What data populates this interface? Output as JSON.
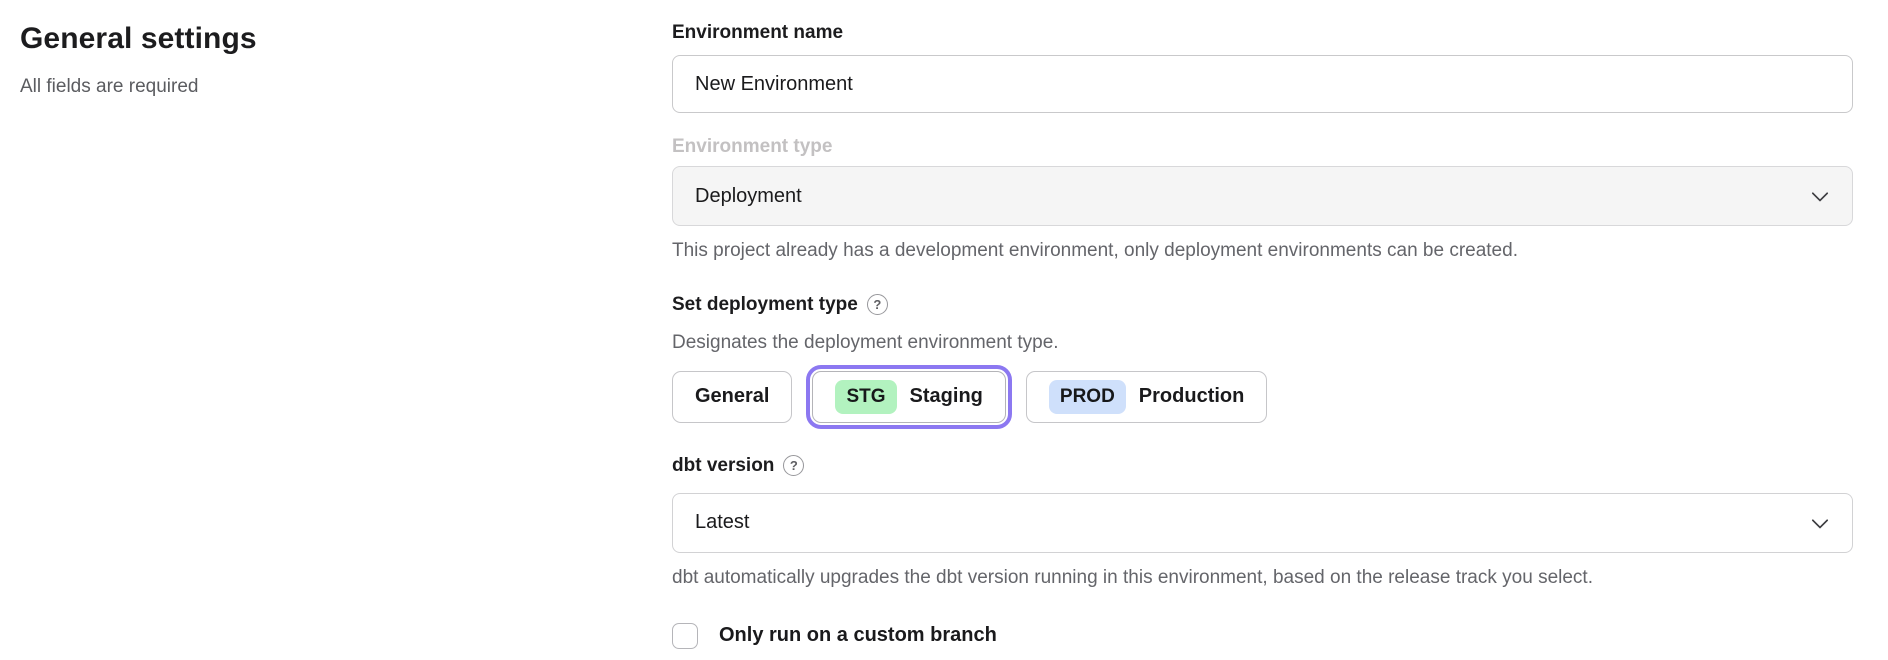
{
  "page": {
    "heading": "General settings",
    "subheading": "All fields are required"
  },
  "form": {
    "environment_name": {
      "label": "Environment name",
      "value": "New Environment"
    },
    "environment_type": {
      "label": "Environment type",
      "value": "Deployment",
      "helper": "This project already has a development environment, only deployment environments can be created."
    },
    "deployment_type": {
      "label": "Set deployment type",
      "description": "Designates the deployment environment type.",
      "options": [
        {
          "label": "General",
          "selected": false
        },
        {
          "label": "Staging",
          "badge": "STG",
          "badge_color": "#b2f2bf",
          "selected": true
        },
        {
          "label": "Production",
          "badge": "PROD",
          "badge_color": "#cfe0fb",
          "selected": false
        }
      ],
      "selected_option": "Staging"
    },
    "dbt_version": {
      "label": "dbt version",
      "value": "Latest",
      "helper": "dbt automatically upgrades the dbt version running in this environment, based on the release track you select."
    },
    "custom_branch": {
      "label": "Only run on a custom branch",
      "checked": false
    }
  },
  "icons": {
    "help": "?"
  },
  "colors": {
    "accent_purple": "#8c78f1",
    "staging_badge_green": "#b2f2bf",
    "production_badge_blue": "#cfe0fb",
    "disabled_field_bg": "#f5f5f5",
    "helper_text_gray": "#64656a"
  }
}
